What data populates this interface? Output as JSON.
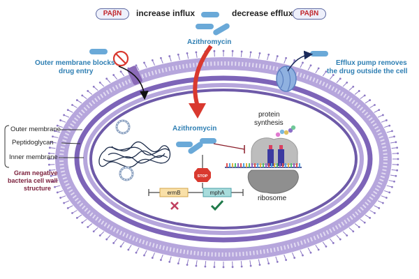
{
  "top": {
    "pill_left": "PAβN",
    "increase": "increase influx",
    "decrease": "decrease efflux",
    "pill_right": "PAβN",
    "drug": "Azithromycin"
  },
  "left": {
    "outer_block_1": "Outer membrane blocks",
    "outer_block_2": "drug entry",
    "outer_membrane": "Outer membrane",
    "peptidoglycan": "Peptidoglycan",
    "inner_membrane": "Inner membrane",
    "gram_1": "Gram negative",
    "gram_2": "bacteria cell wall",
    "gram_3": "structure"
  },
  "right": {
    "efflux_1": "Efflux pump removes",
    "efflux_2": "the drug outside the cell"
  },
  "cell": {
    "drug": "Azithromycin",
    "protein_1": "protein",
    "protein_2": "synthesis",
    "ribosome": "ribosome",
    "stop": "STOP",
    "gene_1": "ermB",
    "gene_2": "mphA"
  },
  "colors": {
    "outer_ring": "#8c78c4",
    "inner_ring": "#6e5aa8",
    "label_blue": "#2f7fb3",
    "arrow_red": "#d9392f",
    "maroon": "#7a1e3a"
  }
}
